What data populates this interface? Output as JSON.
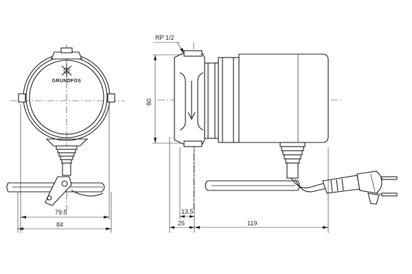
{
  "labels": {
    "thread": "RP 1/2",
    "brand": "GRUNDFOS"
  },
  "dimensions": {
    "width_inner": "79.5",
    "width_outer": "84",
    "height": "80",
    "offset_small": "13.5",
    "flange_width": "25",
    "motor_length": "119"
  }
}
